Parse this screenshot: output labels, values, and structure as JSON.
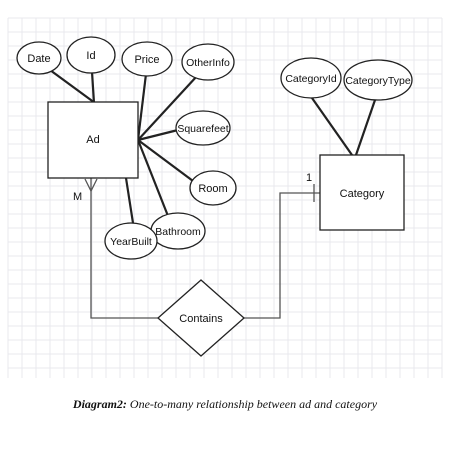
{
  "entities": {
    "ad": "Ad",
    "category": "Category"
  },
  "attributes": {
    "date": "Date",
    "id": "Id",
    "price": "Price",
    "other_info": "OtherInfo",
    "squarefeet": "Squarefeet",
    "room": "Room",
    "bathroom": "Bathroom",
    "year_built": "YearBuilt",
    "category_id": "CategoryId",
    "category_type": "CategoryType"
  },
  "relationship": {
    "name": "Contains",
    "cardinality_ad": "M",
    "cardinality_category": "1"
  },
  "caption": {
    "label": "Diagram2:",
    "text": " One-to-many relationship between ad and category"
  }
}
